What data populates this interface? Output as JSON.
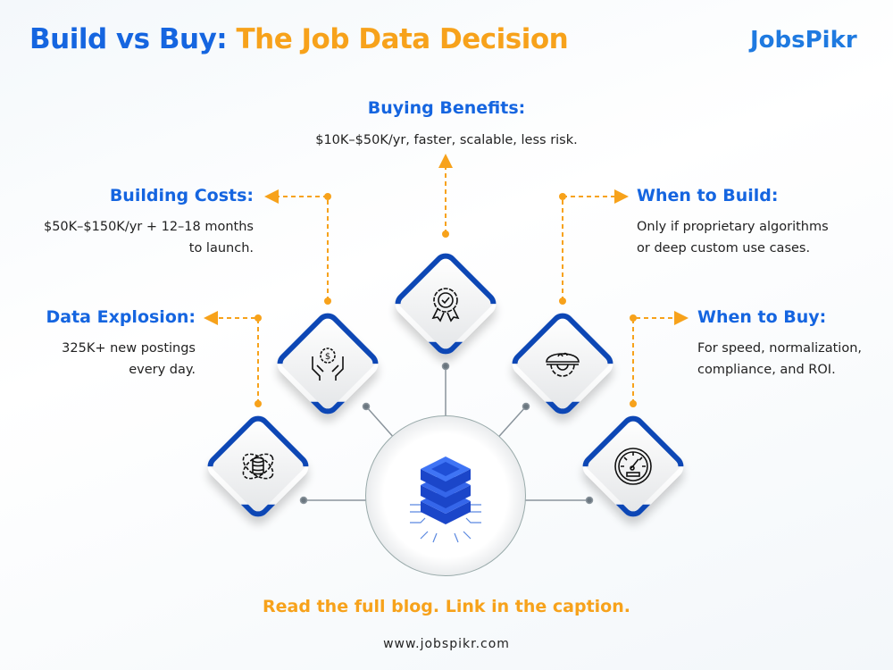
{
  "title": {
    "part1": "Build vs Buy:",
    "part2": "The Job Data Decision"
  },
  "logo": "JobsPikr",
  "items": [
    {
      "heading": "Data Explosion:",
      "text1": "325K+ new postings",
      "text2": "every day.",
      "icon": "database-orbit-icon"
    },
    {
      "heading": "Building Costs:",
      "text1": "$50K–$150K/yr + 12–18 months",
      "text2": "to launch.",
      "icon": "hands-money-gear-icon"
    },
    {
      "heading": "Buying Benefits:",
      "text1": "$10K–$50K/yr, faster, scalable, less risk.",
      "icon": "award-badge-icon"
    },
    {
      "heading": "When to Build:",
      "text1": "Only if proprietary algorithms",
      "text2": "or deep custom use cases.",
      "icon": "brain-gear-icon"
    },
    {
      "heading": "When to Buy:",
      "text1": "For speed, normalization,",
      "text2": "compliance, and ROI.",
      "icon": "speedometer-icon"
    }
  ],
  "cta": "Read the full blog. Link in the caption.",
  "url": "www.jobspikr.com",
  "colors": {
    "blue": "#1565e0",
    "orange": "#f7a21b",
    "navy": "#0d47b5"
  }
}
